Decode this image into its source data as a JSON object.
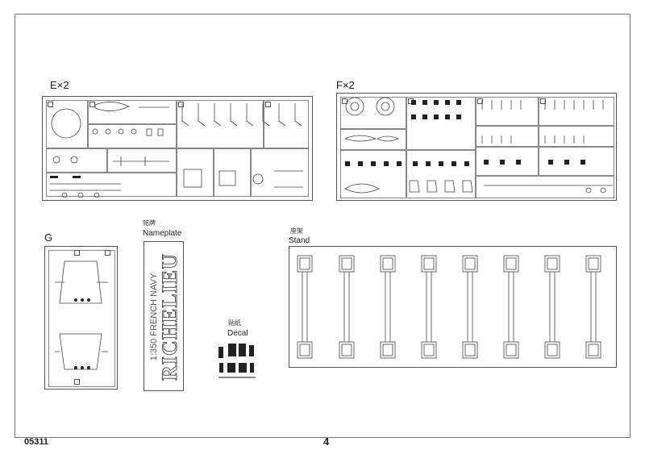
{
  "sprues": {
    "e_label": "E×2",
    "f_label": "F×2",
    "g_label": "G"
  },
  "nameplate": {
    "label_cn": "铭牌",
    "label_en": "Nameplate",
    "scale_text": "1:350 FRENCH NAVY",
    "ship_name": "RICHELIEU"
  },
  "decal": {
    "label_cn": "贴纸",
    "label_en": "Decal"
  },
  "stand": {
    "label_cn": "座架",
    "label_en": "Stand"
  },
  "footer": {
    "code": "05311",
    "page": "4"
  }
}
